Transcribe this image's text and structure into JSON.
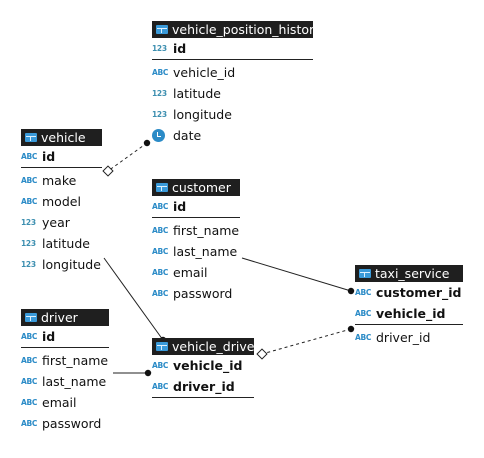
{
  "entities": {
    "vehicle_position_history": {
      "name": "vehicle_position_history",
      "keys": [
        {
          "type": "num",
          "label": "123",
          "name": "id"
        }
      ],
      "fields": [
        {
          "type": "str",
          "label": "ABC",
          "name": "vehicle_id"
        },
        {
          "type": "num",
          "label": "123",
          "name": "latitude"
        },
        {
          "type": "num",
          "label": "123",
          "name": "longitude"
        },
        {
          "type": "date",
          "icon": "clock-date-icon",
          "name": "date"
        }
      ]
    },
    "vehicle": {
      "name": "vehicle",
      "keys": [
        {
          "type": "str",
          "label": "ABC",
          "name": "id"
        }
      ],
      "fields": [
        {
          "type": "str",
          "label": "ABC",
          "name": "make"
        },
        {
          "type": "str",
          "label": "ABC",
          "name": "model"
        },
        {
          "type": "num",
          "label": "123",
          "name": "year"
        },
        {
          "type": "num",
          "label": "123",
          "name": "latitude"
        },
        {
          "type": "num",
          "label": "123",
          "name": "longitude"
        }
      ]
    },
    "customer": {
      "name": "customer",
      "keys": [
        {
          "type": "str",
          "label": "ABC",
          "name": "id"
        }
      ],
      "fields": [
        {
          "type": "str",
          "label": "ABC",
          "name": "first_name"
        },
        {
          "type": "str",
          "label": "ABC",
          "name": "last_name"
        },
        {
          "type": "str",
          "label": "ABC",
          "name": "email"
        },
        {
          "type": "str",
          "label": "ABC",
          "name": "password"
        }
      ]
    },
    "taxi_service": {
      "name": "taxi_service",
      "keys": [
        {
          "type": "str",
          "label": "ABC",
          "name": "customer_id"
        },
        {
          "type": "str",
          "label": "ABC",
          "name": "vehicle_id"
        }
      ],
      "fields": [
        {
          "type": "str",
          "label": "ABC",
          "name": "driver_id"
        }
      ]
    },
    "driver": {
      "name": "driver",
      "keys": [
        {
          "type": "str",
          "label": "ABC",
          "name": "id"
        }
      ],
      "fields": [
        {
          "type": "str",
          "label": "ABC",
          "name": "first_name"
        },
        {
          "type": "str",
          "label": "ABC",
          "name": "last_name"
        },
        {
          "type": "str",
          "label": "ABC",
          "name": "email"
        },
        {
          "type": "str",
          "label": "ABC",
          "name": "password"
        }
      ]
    },
    "vehicle_driver": {
      "name": "vehicle_driver",
      "keys": [
        {
          "type": "str",
          "label": "ABC",
          "name": "vehicle_id"
        },
        {
          "type": "str",
          "label": "ABC",
          "name": "driver_id"
        }
      ],
      "fields": []
    }
  },
  "relationships": [
    {
      "from": "vehicle_position_history",
      "to": "vehicle",
      "style": "dashed",
      "from_end": "many",
      "to_end": "optional-one"
    },
    {
      "from": "customer",
      "to": "taxi_service",
      "style": "solid",
      "from_end": "none",
      "to_end": "many"
    },
    {
      "from": "vehicle",
      "to": "vehicle_driver",
      "style": "solid",
      "from_end": "none",
      "to_end": "many"
    },
    {
      "from": "driver",
      "to": "vehicle_driver",
      "style": "solid",
      "from_end": "none",
      "to_end": "many"
    },
    {
      "from": "taxi_service",
      "to": "vehicle_driver",
      "style": "dashed",
      "from_end": "many",
      "to_end": "optional-one"
    }
  ],
  "colors": {
    "header": "#1f1f1f",
    "header_text": "#ffffff",
    "type_icon": "#2b8bc7",
    "table_icon": "#3a9ad9"
  }
}
